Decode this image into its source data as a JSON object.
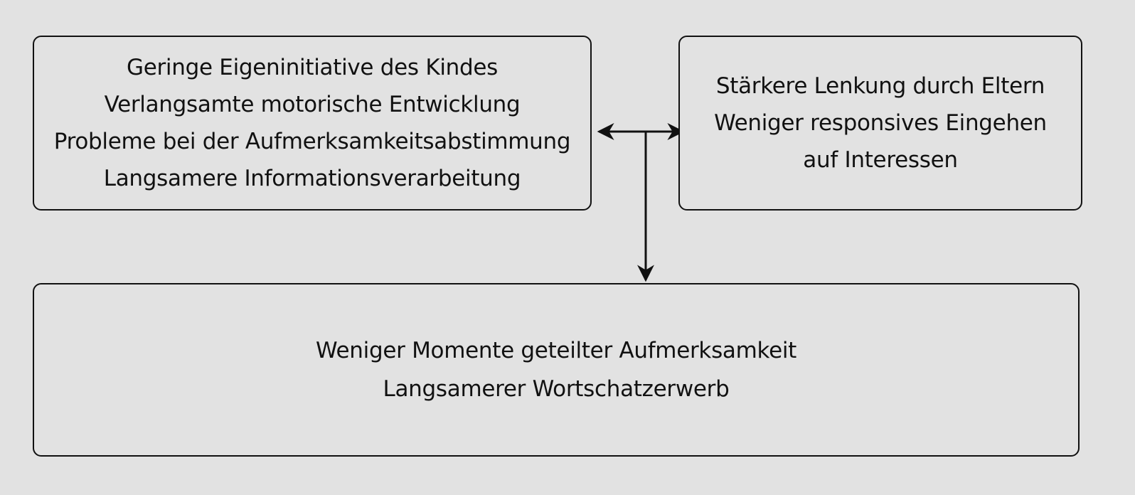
{
  "diagram": {
    "child_box": {
      "lines": [
        "Geringe Eigeninitiative des Kindes",
        "Verlangsamte motorische Entwicklung",
        "Probleme bei der Aufmerksamkeitsabstimmung",
        "Langsamere Informationsverarbeitung"
      ]
    },
    "parent_box": {
      "lines": [
        "Stärkere Lenkung durch Eltern",
        "Weniger responsives Eingehen",
        "auf Interessen"
      ]
    },
    "outcome_box": {
      "lines": [
        "Weniger Momente geteilter Aufmerksamkeit",
        "Langsamerer Wortschatzerwerb"
      ]
    },
    "colors": {
      "background": "#e2e2e2",
      "stroke": "#111111"
    }
  }
}
